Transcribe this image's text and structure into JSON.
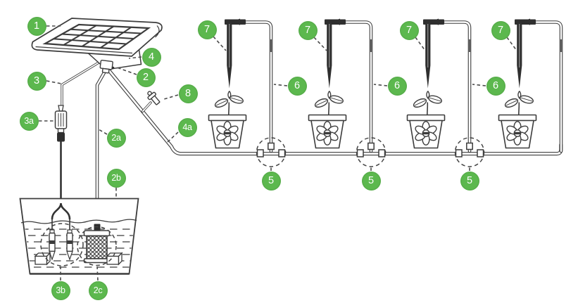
{
  "diagram": {
    "colors": {
      "background": "#ffffff",
      "accent_green": "#5cb84e",
      "line_color": "#3c3c3c"
    },
    "components": [
      "solar-panel",
      "control-housing",
      "sensor-cable",
      "inline-connector",
      "water-tube",
      "vent-plug",
      "main-supply-line",
      "tee-connector",
      "drip-tube",
      "drip-emitter",
      "plant-pot",
      "water-container",
      "water-level-sensors",
      "submersible-pump",
      "sinker-weights"
    ],
    "callouts": [
      {
        "id": "1",
        "text": "1"
      },
      {
        "id": "2",
        "text": "2"
      },
      {
        "id": "3",
        "text": "3"
      },
      {
        "id": "4",
        "text": "4"
      },
      {
        "id": "8",
        "text": "8"
      },
      {
        "id": "3a",
        "text": "3a"
      },
      {
        "id": "2a",
        "text": "2a"
      },
      {
        "id": "4a",
        "text": "4a"
      },
      {
        "id": "2b",
        "text": "2b"
      },
      {
        "id": "3b",
        "text": "3b"
      },
      {
        "id": "2c",
        "text": "2c"
      },
      {
        "id": "5a",
        "text": "5"
      },
      {
        "id": "5b",
        "text": "5"
      },
      {
        "id": "5c",
        "text": "5"
      },
      {
        "id": "6a",
        "text": "6"
      },
      {
        "id": "6b",
        "text": "6"
      },
      {
        "id": "6c",
        "text": "6"
      },
      {
        "id": "7a",
        "text": "7"
      },
      {
        "id": "7b",
        "text": "7"
      },
      {
        "id": "7c",
        "text": "7"
      },
      {
        "id": "7d",
        "text": "7"
      }
    ]
  }
}
